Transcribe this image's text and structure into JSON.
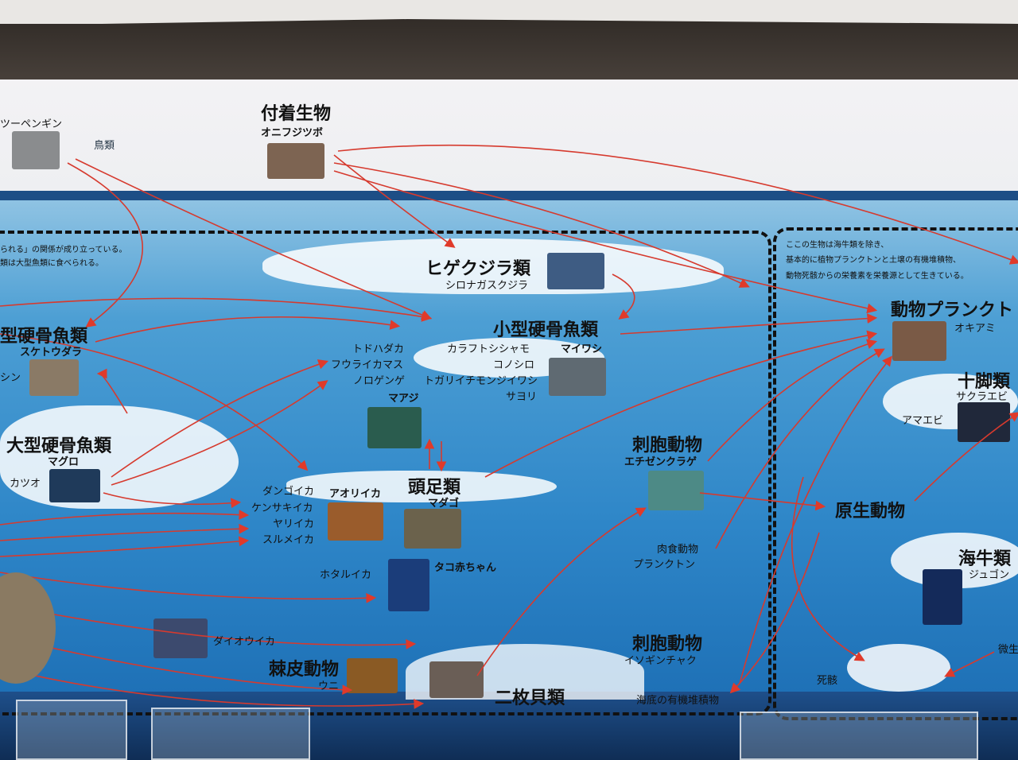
{
  "top": {
    "penguin": "ツーペンギン",
    "birds": "鳥類",
    "sessile_title": "付着生物",
    "sessile_species": "オニフジツボ"
  },
  "left_notes": [
    "られる」の関係が成り立っている。",
    "類は大型魚類に食べられる。"
  ],
  "baleen": {
    "title": "ヒゲクジラ類",
    "species": "シロナガスクジラ"
  },
  "small_bony": {
    "title": "小型硬骨魚類",
    "species_main": "マイワシ",
    "species": [
      "トドハダカ",
      "フウライカマス",
      "ノロゲンゲ",
      "カラフトシシャモ",
      "コノシロ",
      "トガリイチモンジイワシ",
      "サヨリ"
    ],
    "maaji": "マアジ"
  },
  "mid_bony": {
    "title": "型硬骨魚類",
    "species": "スケトウダラ",
    "extra": "シン"
  },
  "large_bony": {
    "title": "大型硬骨魚類",
    "species": "マグロ",
    "extra": "カツオ"
  },
  "cephalopods": {
    "title": "頭足類",
    "species": "マダゴ",
    "aori": "アオリイカ",
    "squids": [
      "ダンゴイカ",
      "ケンサキイカ",
      "ヤリイカ",
      "スルメイカ"
    ],
    "hotaru": "ホタルイカ",
    "baby": "タコ赤ちゃん",
    "giant": "ダイオウイカ"
  },
  "cnidaria1": {
    "title": "刺胞動物",
    "species": "エチゼンクラゲ",
    "note": [
      "肉食動物",
      "プランクトン"
    ]
  },
  "cnidaria2": {
    "title": "刺胞動物",
    "species": "イソギンチャク"
  },
  "echinoderm": {
    "title": "棘皮動物",
    "species": "ウニ"
  },
  "bivalve": {
    "title": "二枚貝類"
  },
  "sediment": "海底の有機堆積物",
  "right_note": [
    "ここの生物は海牛類を除き、",
    "基本的に植物プランクトンと土壌の有機堆積物、",
    "動物死骸からの栄養素を栄養源として生きている。"
  ],
  "zooplankton": {
    "title": "動物プランクト",
    "species": "オキアミ"
  },
  "decapod": {
    "title": "十脚類",
    "species": "サクラエビ",
    "extra": "アマエビ"
  },
  "protozoa": {
    "title": "原生動物"
  },
  "sirenia": {
    "title": "海牛類",
    "species": "ジュゴン"
  },
  "carcass": "死骸",
  "microbe": "微生",
  "colors": {
    "arrow": "#e03a2a",
    "deep": "#1d6fb5",
    "band": "#1d4e86"
  }
}
